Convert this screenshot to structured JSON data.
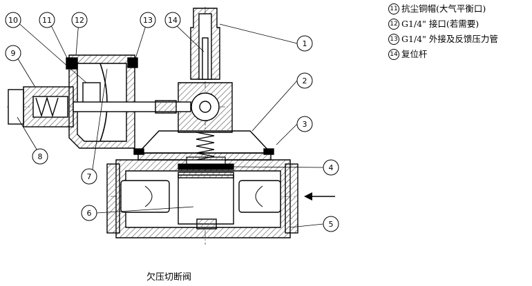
{
  "legend": [
    {
      "marker": "11",
      "text": "抗尘铜帽(大气平衡口)"
    },
    {
      "marker": "12",
      "text": "G1/4\" 接口(若需要)"
    },
    {
      "marker": "13",
      "text": "G1/4\" 外接及反馈压力管"
    },
    {
      "marker": "14",
      "text": "复位杆"
    }
  ],
  "callouts": [
    "1",
    "2",
    "3",
    "4",
    "5",
    "6",
    "7",
    "8",
    "9",
    "10",
    "11",
    "12",
    "13",
    "14"
  ],
  "caption": "欠压切断阀",
  "colors": {
    "line": "#000000",
    "hatch": "#555555",
    "background": "#ffffff"
  }
}
